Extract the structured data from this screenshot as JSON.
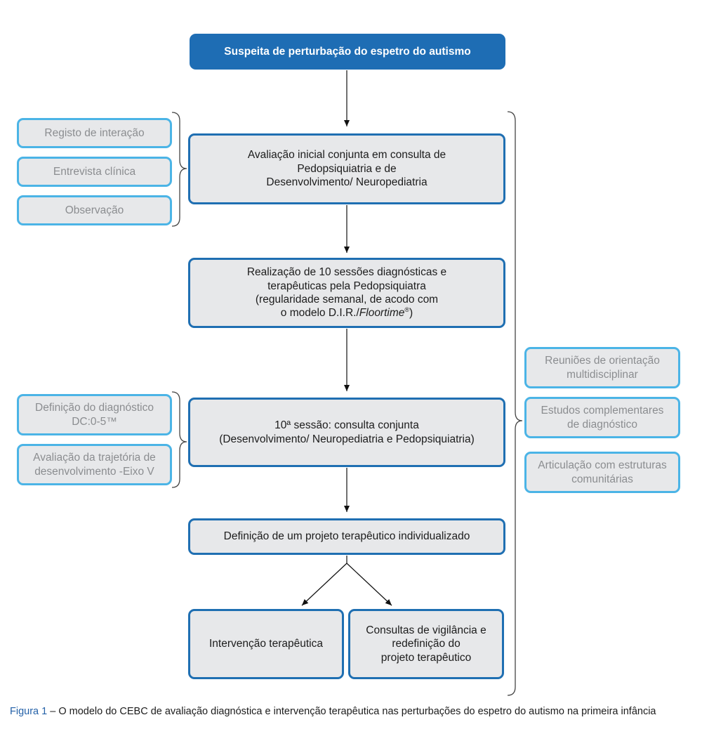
{
  "top": "Suspeita de perturbação do espetro do autismo",
  "steps": {
    "initial_assessment": "Avaliação inicial conjunta em consulta de\nPedopsiquiatria e de\nDesenvolvimento/ Neuropediatria",
    "sessions_a": "Realização de 10 sessões diagnósticas e\nterapêuticas pela Pedopsiquiatra\n(regularidade semanal, de acodo com\no modelo D.I.R./",
    "sessions_italic": "Floortime",
    "sessions_sup": "®",
    "sessions_close": ")",
    "tenth_session": "10ª sessão: consulta conjunta\n(Desenvolvimento/ Neuropediatria e Pedopsiquiatria)",
    "project": "Definição de um projeto terapêutico individualizado",
    "intervention": "Intervenção terapêutica",
    "follow_up": "Consultas de vigilância e\nredefinição do\nprojeto terapêutico"
  },
  "left_initial": [
    "Registo de interação",
    "Entrevista clínica",
    "Observação"
  ],
  "left_diagnosis": [
    "Definição do diagnóstico\nDC:0-5™",
    "Avaliação da trajetória de\ndesenvolvimento -Eixo V"
  ],
  "right": [
    "Reuniões de orientação\nmultidisciplinar",
    "Estudos complementares\nde diagnóstico",
    "Articulação com estruturas\ncomunitárias"
  ],
  "caption": {
    "label": "Figura 1",
    "text": " – O modelo do CEBC de avaliação diagnóstica e intervenção terapêutica nas perturbações do espetro do autismo na primeira infância"
  },
  "colors": {
    "top_fill": "#1e6db4",
    "main_border": "#1f6fb2",
    "side_border": "#4bb4e6",
    "box_fill": "#e7e8ea",
    "side_text": "#8b8d90",
    "caption_label": "#2461a8"
  }
}
